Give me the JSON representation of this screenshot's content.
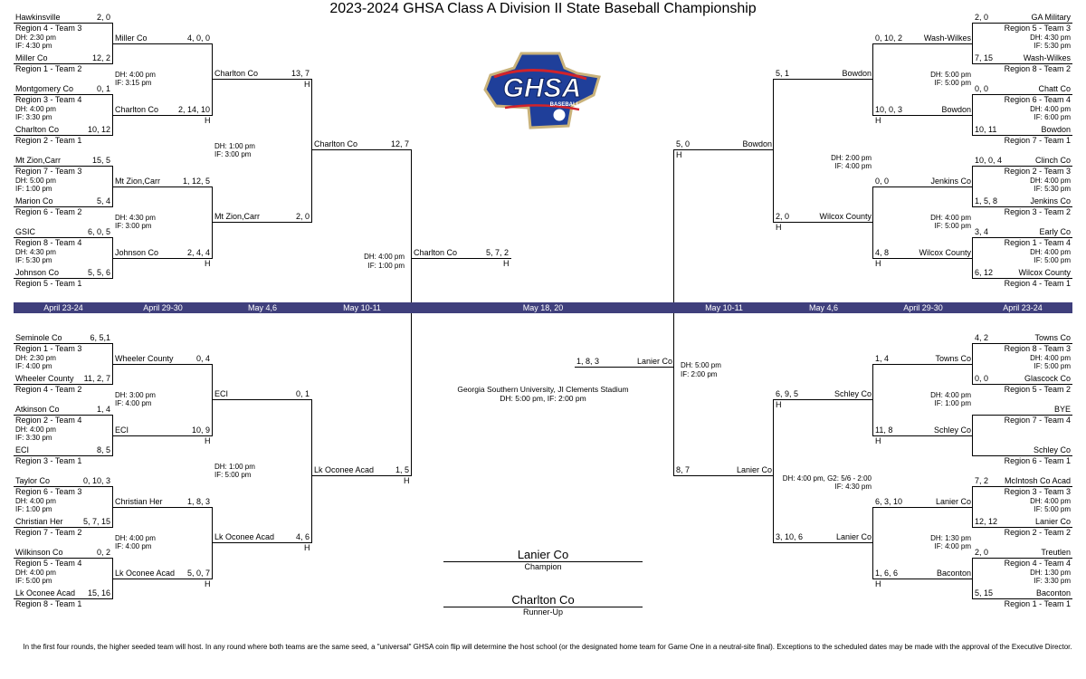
{
  "title": "2023-2024 GHSA Class A Division II State Baseball Championship",
  "logo": {
    "text": "GHSA",
    "subtext": "BASEBALL",
    "colors": {
      "blue": "#1f3f9a",
      "gold": "#c9b27a",
      "red": "#d2232a"
    }
  },
  "date_bar": {
    "color": "#3f3f7c",
    "dates": [
      "April 23-24",
      "April 29-30",
      "May 4,6",
      "May 10-11",
      "May 18, 20",
      "May 10-11",
      "May 4,6",
      "April 29-30",
      "April 23-24"
    ]
  },
  "left": {
    "rounds": [
      [
        {
          "team": "Hawkinsville",
          "score": "2, 0",
          "region": "Region 4 - Team 3"
        },
        {
          "team": "Miller Co",
          "score": "12, 2",
          "region": "Region 1 - Team 2"
        },
        {
          "team": "Montgomery Co",
          "score": "0, 1",
          "region": "Region 3 - Team 4"
        },
        {
          "team": "Charlton Co",
          "score": "10, 12",
          "region": "Region 2 - Team 1"
        },
        {
          "team": "Mt Zion,Carr",
          "score": "15, 5",
          "region": "Region 7 - Team 3"
        },
        {
          "team": "Marion Co",
          "score": "5, 4",
          "region": "Region 6 - Team 2"
        },
        {
          "team": "GSIC",
          "score": "6, 0, 5",
          "region": "Region 8 - Team 4"
        },
        {
          "team": "Johnson Co",
          "score": "5, 5, 6",
          "region": "Region 5 - Team 1"
        },
        {
          "team": "Seminole Co",
          "score": "6, 5,1",
          "region": "Region 1 - Team 3"
        },
        {
          "team": "Wheeler County",
          "score": "11, 2, 7",
          "region": "Region 4 - Team 2"
        },
        {
          "team": "Atkinson Co",
          "score": "1, 4",
          "region": "Region 2 - Team 4"
        },
        {
          "team": "ECI",
          "score": "8, 5",
          "region": "Region 3 - Team 1"
        },
        {
          "team": "Taylor Co",
          "score": "0, 10, 3",
          "region": "Region 6 - Team 3"
        },
        {
          "team": "Christian Her",
          "score": "5,  7, 15",
          "region": "Region 7 - Team 2"
        },
        {
          "team": "Wilkinson Co",
          "score": "0, 2",
          "region": "Region 5 - Team 4"
        },
        {
          "team": "Lk Oconee Acad",
          "score": "15, 16",
          "region": "Region 8 - Team 1"
        }
      ],
      [
        {
          "team": "Miller Co",
          "score": "4, 0, 0"
        },
        {
          "team": "Charlton Co",
          "score": "2, 14, 10",
          "host": "H"
        },
        {
          "team": "Mt Zion,Carr",
          "score": "1, 12, 5"
        },
        {
          "team": "Johnson Co",
          "score": "2, 4, 4",
          "host": "H"
        },
        {
          "team": "Wheeler County",
          "score": "0, 4"
        },
        {
          "team": "ECI",
          "score": "10, 9",
          "host": "H"
        },
        {
          "team": "Christian Her",
          "score": "1, 8, 3"
        },
        {
          "team": "Lk Oconee Acad",
          "score": "5, 0, 7",
          "host": "H"
        }
      ],
      [
        {
          "team": "Charlton Co",
          "score": "13, 7",
          "host": "H"
        },
        {
          "team": "Mt Zion,Carr",
          "score": "2, 0"
        },
        {
          "team": "ECI",
          "score": "0, 1"
        },
        {
          "team": "Lk Oconee Acad",
          "score": "4, 6",
          "host": "H"
        }
      ],
      [
        {
          "team": "Charlton Co",
          "score": "12, 7"
        },
        {
          "team": "Lk Oconee Acad",
          "score": "1, 5",
          "host": "H"
        }
      ]
    ],
    "notes": [
      [
        [
          "DH: 2:30 pm",
          "IF: 4:30 pm"
        ],
        [
          "DH: 4:00 pm",
          "IF: 3:30 pm"
        ],
        [
          "DH: 5:00 pm",
          "IF: 1:00 pm"
        ],
        [
          "DH: 4:30 pm",
          "IF: 5:30 pm"
        ],
        [
          "DH: 2:30 pm",
          "IF: 4:00 pm"
        ],
        [
          "DH: 4:00 pm",
          "IF: 3:30 pm"
        ],
        [
          "DH: 4:00 pm",
          "IF: 1:00 pm"
        ],
        [
          "DH: 4:00 pm",
          "IF: 5:00 pm"
        ]
      ],
      [
        [
          "DH: 4:00 pm",
          "IF: 3:15 pm"
        ],
        [
          "DH: 4:30 pm",
          "IF: 3:00 pm"
        ],
        [
          "DH: 3:00 pm",
          "IF: 4:00 pm"
        ],
        [
          "DH: 4:00 pm",
          "IF: 4:00 pm"
        ]
      ],
      [
        [
          "DH: 1:00 pm",
          "IF: 3:00 pm"
        ],
        [
          "DH: 1:00 pm",
          "IF: 5:00 pm"
        ]
      ],
      [
        [
          "DH: 4:00 pm",
          "IF: 1:00 pm"
        ]
      ]
    ],
    "final": {
      "team": "Charlton Co",
      "score": "5, 7, 2",
      "host": "H"
    }
  },
  "right": {
    "rounds": [
      [
        {
          "team": "GA Military",
          "score": "2, 0",
          "region": "Region 5 - Team 3"
        },
        {
          "team": "Wash-Wilkes",
          "score": "7, 15",
          "region": "Region 8 - Team 2"
        },
        {
          "team": "Chatt Co",
          "score": "0, 0",
          "region": "Region 6 - Team 4"
        },
        {
          "team": "Bowdon",
          "score": "10, 11",
          "region": "Region 7 - Team 1"
        },
        {
          "team": "Clinch  Co",
          "score": "10, 0, 4",
          "region": "Region 2 - Team 3"
        },
        {
          "team": "Jenkins Co",
          "score": "1, 5, 8",
          "region": "Region 3 - Team 2"
        },
        {
          "team": "Early Co",
          "score": "3, 4",
          "region": "Region 1 - Team 4"
        },
        {
          "team": "Wilcox County",
          "score": "6, 12",
          "region": "Region 4 - Team 1"
        },
        {
          "team": "Towns Co",
          "score": "4, 2",
          "region": "Region 8 - Team 3"
        },
        {
          "team": "Glascock Co",
          "score": "0, 0",
          "region": "Region 5 - Team 2"
        },
        {
          "team": "BYE",
          "score": "",
          "region": "Region 7 - Team 4"
        },
        {
          "team": "Schley Co",
          "score": "",
          "region": "Region 6 - Team 1"
        },
        {
          "team": "McIntosh Co Acad",
          "score": "7, 2",
          "region": "Region 3 - Team 3"
        },
        {
          "team": "Lanier Co",
          "score": "12, 12",
          "region": "Region 2 - Team 2"
        },
        {
          "team": "Treutlen",
          "score": "2, 0",
          "region": "Region 4 - Team 4"
        },
        {
          "team": "Baconton",
          "score": "5, 15",
          "region": "Region 1 - Team 1"
        }
      ],
      [
        {
          "team": "Wash-Wilkes",
          "score": "0, 10, 2"
        },
        {
          "team": "Bowdon",
          "score": "10, 0, 3",
          "host": "H"
        },
        {
          "team": "Jenkins Co",
          "score": "0, 0"
        },
        {
          "team": "Wilcox County",
          "score": "4, 8",
          "host": "H"
        },
        {
          "team": "Towns Co",
          "score": "1, 4"
        },
        {
          "team": "Schley Co",
          "score": "11, 8",
          "host": "H"
        },
        {
          "team": "Lanier Co",
          "score": "6, 3, 10"
        },
        {
          "team": "Baconton",
          "score": "1, 6, 6",
          "host": "H"
        }
      ],
      [
        {
          "team": "Bowdon",
          "score": "5, 1"
        },
        {
          "team": "Wilcox County",
          "score": "2, 0",
          "host": "H"
        },
        {
          "team": "Schley Co",
          "score": "6, 9, 5",
          "host": "H"
        },
        {
          "team": "Lanier Co",
          "score": "3, 10, 6"
        }
      ],
      [
        {
          "team": "Bowdon",
          "score": "5, 0",
          "host": "H"
        },
        {
          "team": "Lanier Co",
          "score": "8, 7"
        }
      ]
    ],
    "notes": [
      [
        [
          "DH: 4:30 pm",
          "IF: 5:30 pm"
        ],
        [
          "DH: 4:00 pm",
          "IF: 6:00 pm"
        ],
        [
          "DH: 4:00 pm",
          "IF: 5:30 pm"
        ],
        [
          "DH: 4:00 pm",
          "IF: 5:00 pm"
        ],
        [
          "DH: 4:00 pm",
          "IF: 5:00 pm"
        ],
        null,
        [
          "DH: 4:00 pm",
          "IF: 5:00 pm"
        ],
        [
          "DH: 1:30 pm",
          "IF: 3:30 pm"
        ]
      ],
      [
        [
          "DH: 5:00 pm",
          "IF: 5:00 pm"
        ],
        [
          "DH: 4:00 pm",
          "IF: 5:00 pm"
        ],
        [
          "DH: 4:00 pm",
          "IF: 1:00 pm"
        ],
        [
          "DH: 1:30 pm",
          "IF: 4:00 pm"
        ]
      ],
      [
        [
          "DH: 2:00 pm",
          "IF: 4:00 pm"
        ],
        [
          "DH: 4:00 pm, G2: 5/6 - 2:00",
          "IF: 4:30 pm"
        ]
      ],
      [
        [
          "DH: 5:00 pm",
          "IF: 2:00 pm"
        ]
      ]
    ],
    "final": {
      "team": "Lanier Co",
      "score": "1, 8, 3"
    }
  },
  "venue": {
    "line1": "Georgia Southern University, JI Clements Stadium",
    "line2": "DH: 5:00 pm, IF: 2:00 pm"
  },
  "champion": {
    "team": "Lanier Co",
    "label": "Champion"
  },
  "runner_up": {
    "team": "Charlton Co",
    "label": "Runner-Up"
  },
  "footer": "In the first four rounds, the higher seeded team will host. In any round where both teams are the same seed, a \"universal\" GHSA coin flip will determine the host school (or the designated home team for Game One in a neutral-site final). Exceptions to the scheduled dates may be made with the approval of the Executive Director."
}
